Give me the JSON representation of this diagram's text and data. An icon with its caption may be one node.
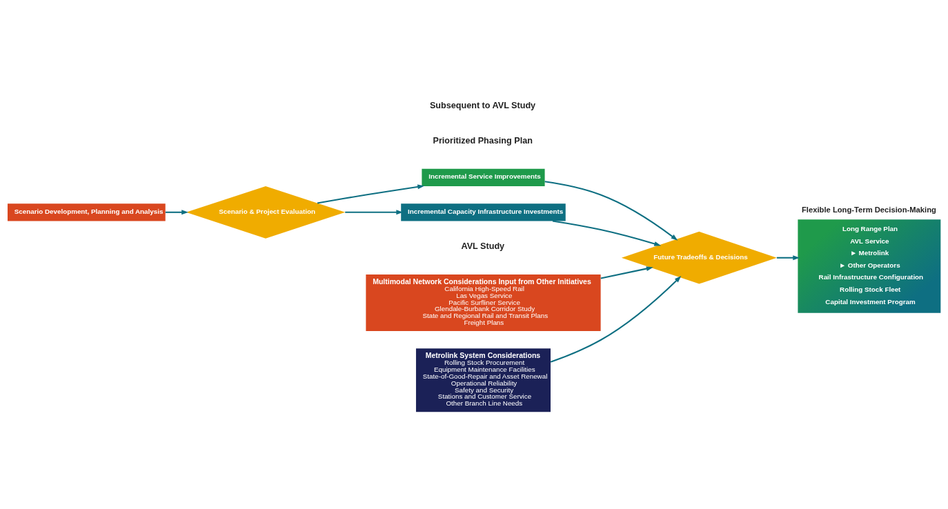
{
  "diagram": {
    "nodes": [
      {
        "text": [
          "Scenario Development, Planning and Analysis"
        ]
      },
      {
        "text": [
          "Scenario & Project Evaluation"
        ]
      },
      {
        "text": [
          "Incremental Service Improvements"
        ]
      },
      {
        "text": [
          "Incremental Capacity Infrastructure Investments"
        ]
      },
      {
        "text": [
          "Multimodal Network Considerations Input from Other Initiatives",
          "California High-Speed Rail",
          "Las Vegas Service",
          "Pacific Surfliner Service",
          "Glendale-Burbank Corridor Study",
          "State and Regional Rail and Transit Plans",
          "Freight Plans"
        ]
      },
      {
        "text": [
          "Future Tradeoffs & Decisions"
        ]
      },
      {
        "text": [
          "Metrolink System Considerations",
          "Rolling Stock Procurement",
          "Equipment Maintenance Facilities",
          "State-of-Good-Repair and Asset Renewal",
          "Operational Reliability",
          "Safety and Security",
          "Stations and Customer Service",
          "Other Branch Line Needs"
        ]
      },
      {
        "text": [
          "Flexible Long-Term Decision-Making",
          "Long Range Plan",
          "AVL Service",
          "► Metrolink",
          "► Other Operators",
          "Rail Infrastructure Configuration",
          "Rolling Stock Fleet",
          "Capital Investment Program"
        ]
      }
    ],
    "edges": [
      {
        "from": 0,
        "to": 1,
        "arrow": "to"
      },
      {
        "from": 1,
        "to": 2,
        "arrow": "to"
      },
      {
        "from": 1,
        "to": 3,
        "arrow": "to"
      },
      {
        "from": 2,
        "to": 5,
        "arrow": "to"
      },
      {
        "from": 3,
        "to": 5,
        "arrow": "to"
      },
      {
        "from": 4,
        "to": 5,
        "arrow": "to"
      },
      {
        "from": 6,
        "to": 5,
        "arrow": "to"
      },
      {
        "from": 5,
        "to": 7,
        "arrow": "to"
      }
    ],
    "labels": [
      "Prioritized Phasing Plan",
      "AVL Study",
      "Subsequent to AVL Study"
    ]
  }
}
